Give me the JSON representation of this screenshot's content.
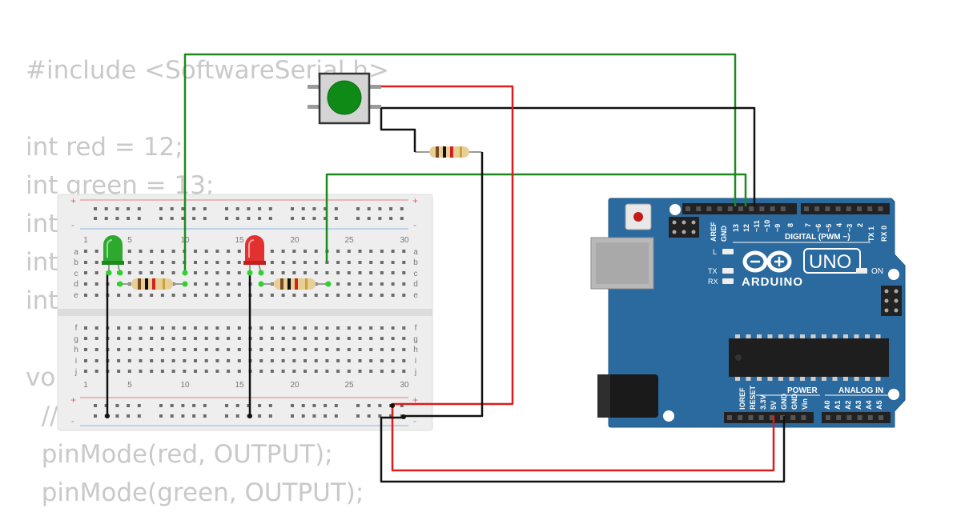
{
  "code_lines": [
    "#include <SoftwareSerial.h>",
    "",
    "int red = 12;",
    "int green = 13;",
    "int",
    "int",
    "int",
    "",
    "voi",
    "  //                               un once:",
    "  pinMode(red, OUTPUT);",
    "  pinMode(green, OUTPUT);"
  ],
  "breadboard": {
    "column_numbers": [
      "1",
      "5",
      "10",
      "15",
      "20",
      "25",
      "30"
    ],
    "row_letters_top": [
      "a",
      "b",
      "c",
      "d",
      "e"
    ],
    "row_letters_bottom": [
      "f",
      "g",
      "h",
      "i",
      "j"
    ],
    "rail_plus": "+",
    "rail_minus": "-"
  },
  "arduino": {
    "brand": "ARDUINO",
    "model": "UNO",
    "on_label": "ON",
    "led_l": "L",
    "led_tx": "TX",
    "led_rx": "RX",
    "digital_label": "DIGITAL (PWM ~)",
    "digital_pins": [
      "AREF",
      "GND",
      "13",
      "12",
      "~11",
      "~10",
      "~9",
      "8",
      "7",
      "~6",
      "~5",
      "4",
      "~3",
      "2",
      "TX 1",
      "RX 0"
    ],
    "power_label": "POWER",
    "power_pins": [
      "IOREF",
      "RESET",
      "3.3V",
      "5V",
      "GND",
      "GND",
      "Vin"
    ],
    "analog_label": "ANALOG IN",
    "analog_pins": [
      "A0",
      "A1",
      "A2",
      "A3",
      "A4",
      "A5"
    ]
  },
  "colors": {
    "wire_green": "#1e8a1e",
    "wire_red": "#dd1c1c",
    "wire_black": "#111111",
    "board_blue": "#2b6a9e",
    "breadboard": "#eeeeee"
  }
}
